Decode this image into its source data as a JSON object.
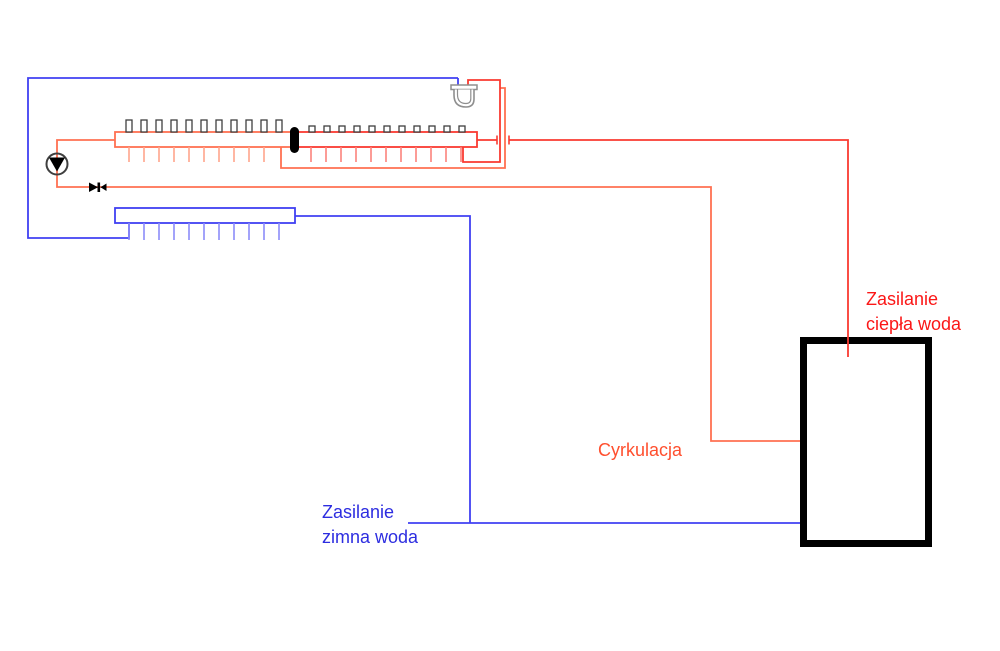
{
  "page": {
    "background": "#ffffff",
    "type": "plumbing-schematic"
  },
  "labels": {
    "hot_supply": {
      "line1": "Zasilanie",
      "line2": "ciepła woda"
    },
    "circulation": {
      "text": "Cyrkulacja"
    },
    "cold_supply": {
      "line1": "Zasilanie",
      "line2": "zimna woda"
    }
  },
  "colors": {
    "hot_line": "#f93a31",
    "hot_tick": "#fb837c",
    "hot_text": "#fb1717",
    "circulation_line": "#ff7152",
    "circulation_tick": "#ffa58c",
    "circulation_text": "#ff4f2e",
    "cold_line": "#4040f2",
    "cold_tick": "#8c8cf8",
    "cold_text": "#2d2de0",
    "outline_dark": "#3f3f3f",
    "fixture_gray": "#8f8f8f",
    "tank_border": "#000000"
  },
  "icons": {
    "pump": "pump-icon",
    "valve": "check-valve-icon",
    "fixture": "washbasin-icon"
  },
  "components": {
    "hot_manifold_outlets": 11,
    "circulation_manifold_outlets": 11,
    "cold_manifold_outlets": 11,
    "tank": "storage-tank"
  }
}
